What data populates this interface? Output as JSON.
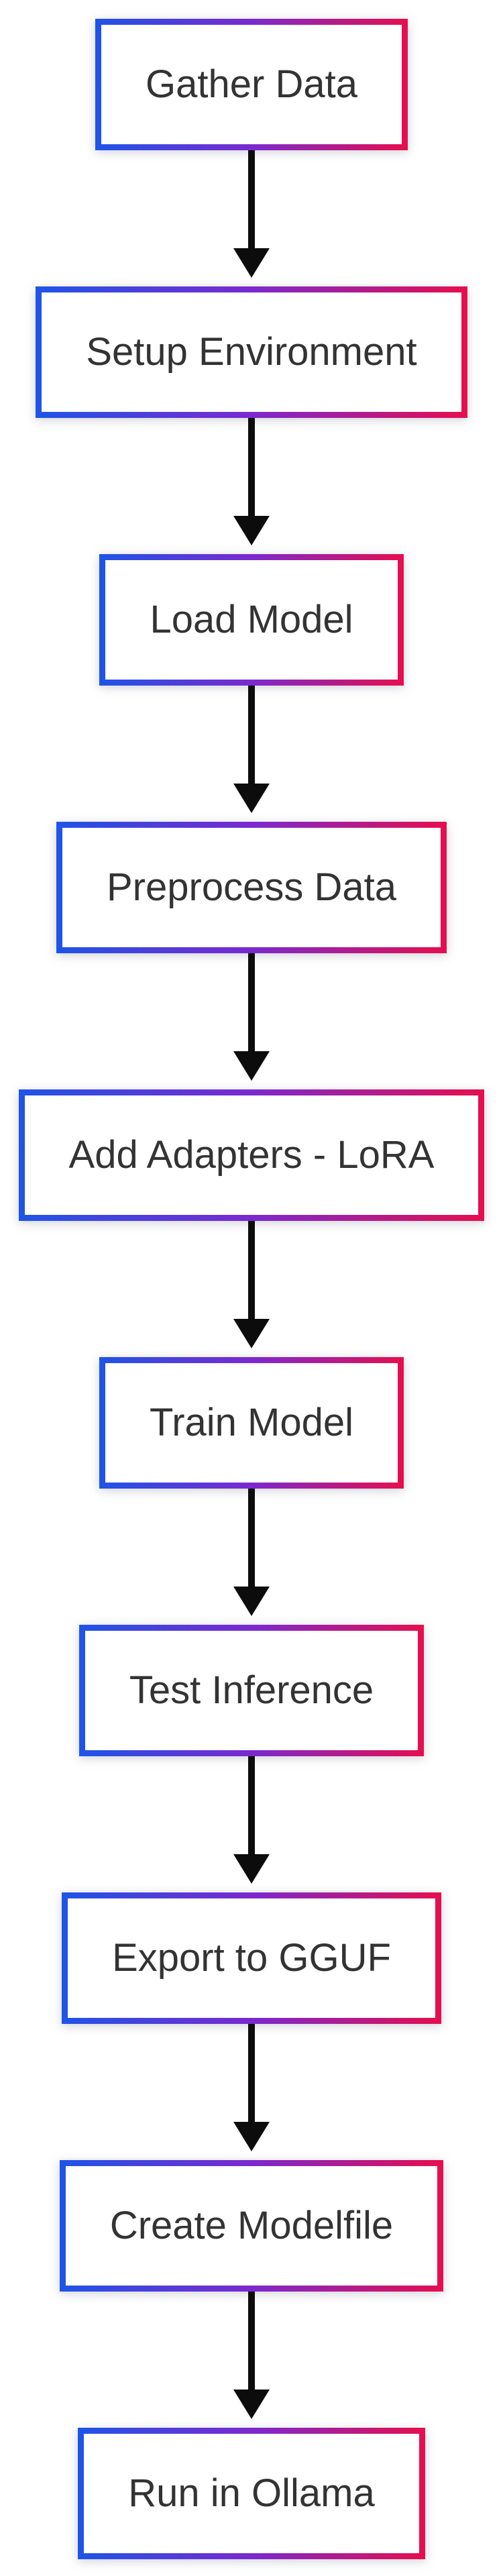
{
  "diagram": {
    "type": "flowchart",
    "direction": "top-down",
    "nodes": [
      {
        "id": "gather-data",
        "label": "Gather Data"
      },
      {
        "id": "setup-environment",
        "label": "Setup Environment"
      },
      {
        "id": "load-model",
        "label": "Load Model"
      },
      {
        "id": "preprocess-data",
        "label": "Preprocess Data"
      },
      {
        "id": "add-adapters-lora",
        "label": "Add Adapters - LoRA"
      },
      {
        "id": "train-model",
        "label": "Train Model"
      },
      {
        "id": "test-inference",
        "label": "Test Inference"
      },
      {
        "id": "export-to-gguf",
        "label": "Export to GGUF"
      },
      {
        "id": "create-modelfile",
        "label": "Create Modelfile"
      },
      {
        "id": "run-in-ollama",
        "label": "Run in Ollama"
      }
    ],
    "edges": [
      {
        "from": "gather-data",
        "to": "setup-environment"
      },
      {
        "from": "setup-environment",
        "to": "load-model"
      },
      {
        "from": "load-model",
        "to": "preprocess-data"
      },
      {
        "from": "preprocess-data",
        "to": "add-adapters-lora"
      },
      {
        "from": "add-adapters-lora",
        "to": "train-model"
      },
      {
        "from": "train-model",
        "to": "test-inference"
      },
      {
        "from": "test-inference",
        "to": "export-to-gguf"
      },
      {
        "from": "export-to-gguf",
        "to": "create-modelfile"
      },
      {
        "from": "create-modelfile",
        "to": "run-in-ollama"
      }
    ],
    "style": {
      "background": "#ffffff",
      "node_fill": "#ffffff",
      "text_color": "#333333",
      "arrow_color": "#0c0c0c",
      "arrowhead": "filled-triangle-down",
      "border_gradient": [
        "#1e54e7",
        "#7b29cf",
        "#e60e4e"
      ]
    }
  }
}
